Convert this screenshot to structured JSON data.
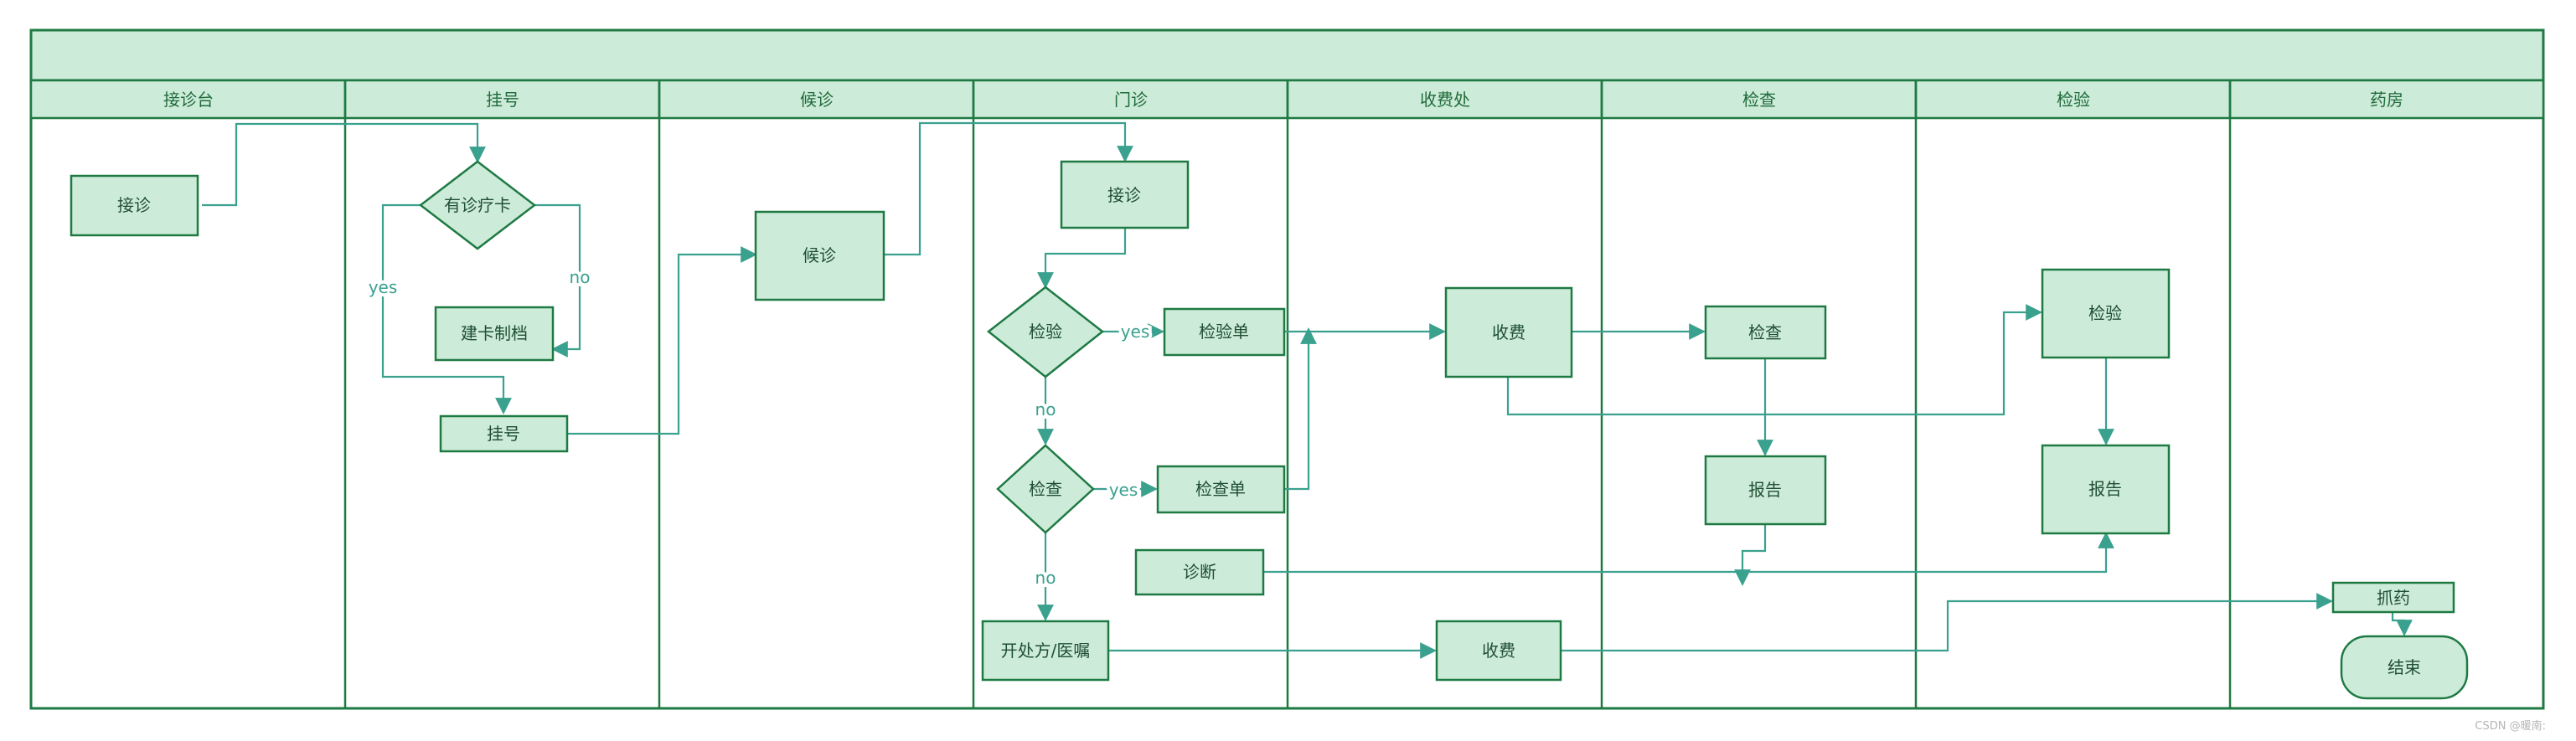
{
  "colors": {
    "border": "#1e7a43",
    "fill": "#cdebd9",
    "edge": "#3aa18f",
    "text": "#1f4f33"
  },
  "lanes": [
    "接诊台",
    "挂号",
    "候诊",
    "门诊",
    "收费处",
    "检查",
    "检验",
    "药房"
  ],
  "nodes": {
    "reception": "接诊",
    "has_card": "有诊疗卡",
    "create_card": "建卡制档",
    "register": "挂号",
    "waiting": "候诊",
    "clinic_reception": "接诊",
    "lab_test_decision": "检验",
    "lab_order": "检验单",
    "exam_decision": "检查",
    "exam_order": "检查单",
    "diagnosis": "诊断",
    "prescription": "开处方/医嘱",
    "payment_1": "收费",
    "payment_2": "收费",
    "exam": "检查",
    "exam_report": "报告",
    "lab_test": "检验",
    "lab_report": "报告",
    "dispense": "抓药",
    "end": "结束"
  },
  "edge_labels": {
    "yes": "yes",
    "no": "no"
  },
  "watermark": "CSDN @暖南:"
}
